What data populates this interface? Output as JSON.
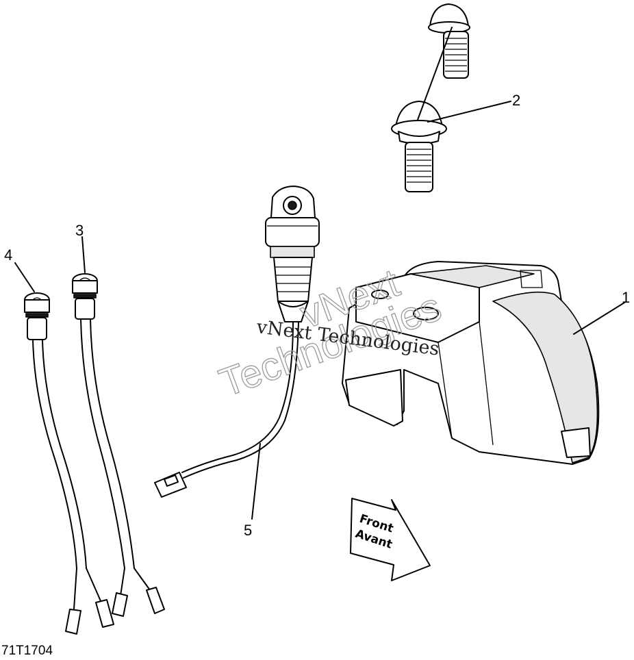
{
  "diagram": {
    "callouts": [
      "1",
      "2",
      "3",
      "4",
      "5"
    ],
    "direction_arrow": {
      "line1": "Front",
      "line2": "Avant"
    },
    "watermark": {
      "line1": "vNext Technologies",
      "line2a": "vNext",
      "line2b": "Technologies"
    },
    "figure_id": "71T1704"
  }
}
